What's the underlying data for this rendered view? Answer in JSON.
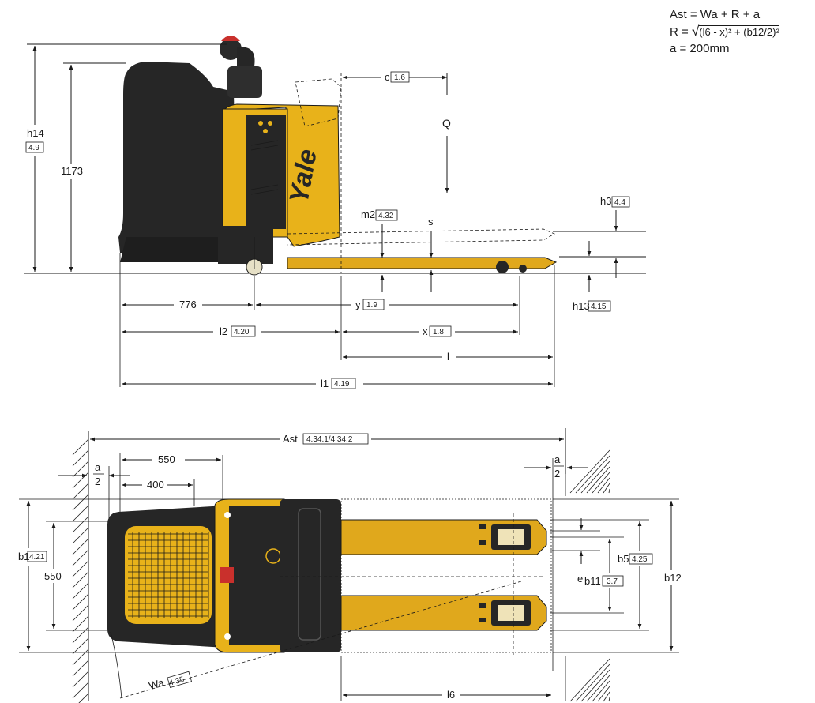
{
  "brand": "Yale",
  "colors": {
    "chassis": "#e8b21a",
    "fork": "#e0a81c",
    "dark": "#262626",
    "line": "#1a1a1a"
  },
  "formulas": {
    "ast": "Ast = Wa + R + a",
    "r_prefix": "R  = ",
    "r_expr": "(l6 - x)² + (b12/2)²",
    "a": "a  = 200mm"
  },
  "side_view": {
    "h14": {
      "label": "h14",
      "ref": "4.9"
    },
    "height_1173": "1173",
    "c": {
      "label": "c",
      "ref": "1.6"
    },
    "q": "Q",
    "m2": {
      "label": "m2",
      "ref": "4.32"
    },
    "s": "s",
    "h3": {
      "label": "h3",
      "ref": "4.4"
    },
    "h13": {
      "label": "h13",
      "ref": "4.15"
    },
    "dim_776": "776",
    "y": {
      "label": "y",
      "ref": "1.9"
    },
    "l2": {
      "label": "l2",
      "ref": "4.20"
    },
    "x": {
      "label": "x",
      "ref": "1.8"
    },
    "l": "l",
    "l1": {
      "label": "l1",
      "ref": "4.19"
    }
  },
  "top_view": {
    "ast": {
      "label": "Ast",
      "ref": "4.34.1/4.34.2"
    },
    "a_half_num": "a",
    "a_half_den": "2",
    "dim_550_top": "550",
    "dim_400": "400",
    "b1": {
      "label": "b1",
      "ref": "4.21"
    },
    "dim_550_side": "550",
    "e": "e",
    "b5": {
      "label": "b5",
      "ref": "4.25"
    },
    "b11": {
      "label": "b11",
      "ref": "3.7"
    },
    "b12": "b12",
    "wa": {
      "label": "Wa",
      "ref": "4.35"
    },
    "l6": "l6"
  }
}
